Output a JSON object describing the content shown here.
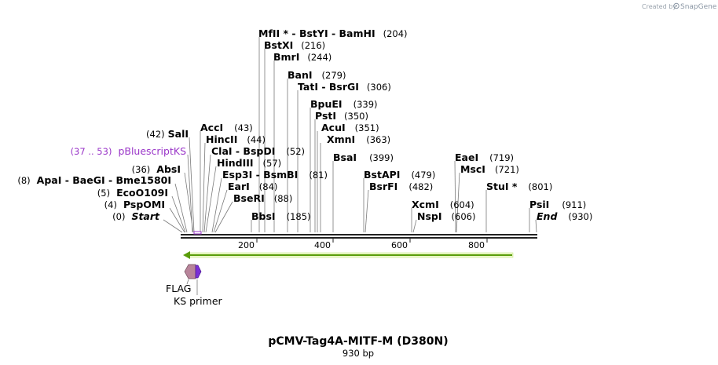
{
  "credit": {
    "prefix": "Created by",
    "brand": "SnapGene"
  },
  "map": {
    "title": "pCMV-Tag4A-MITF-M (D380N)",
    "length_label": "930 bp",
    "total_bp": 930,
    "ruler_ticks": [
      "200",
      "400",
      "600",
      "800"
    ]
  },
  "left_labels": [
    {
      "name": "SalI",
      "pos": "(42)"
    },
    {
      "name": "pBluescriptKS",
      "pos": "(37 .. 53)",
      "style": "purple"
    },
    {
      "name": "AbsI",
      "pos": "(36)"
    },
    {
      "name": "ApaI - BaeGI - Bme1580I",
      "pos": "(8)"
    },
    {
      "name": "EcoO109I",
      "pos": "(5)"
    },
    {
      "name": "PspOMI",
      "pos": "(4)"
    },
    {
      "name": "Start",
      "pos": "(0)",
      "style": "italic"
    }
  ],
  "right_labels": [
    {
      "name": "MfII * - BstYI - BamHI",
      "pos": "(204)"
    },
    {
      "name": "BstXI",
      "pos": "(216)"
    },
    {
      "name": "BmrI",
      "pos": "(244)"
    },
    {
      "name": "BanI",
      "pos": "(279)"
    },
    {
      "name": "TatI - BsrGI",
      "pos": "(306)"
    },
    {
      "name": "BpuEI",
      "pos": "(339)"
    },
    {
      "name": "PstI",
      "pos": "(350)"
    },
    {
      "name": "AcuI",
      "pos": "(351)"
    },
    {
      "name": "XmnI",
      "pos": "(363)"
    },
    {
      "name": "BsaI",
      "pos": "(399)"
    },
    {
      "name": "AccI",
      "pos": "(43)"
    },
    {
      "name": "HincII",
      "pos": "(44)"
    },
    {
      "name": "ClaI - BspDI",
      "pos": "(52)"
    },
    {
      "name": "HindIII",
      "pos": "(57)"
    },
    {
      "name": "Esp3I - BsmBI",
      "pos": "(81)"
    },
    {
      "name": "EarI",
      "pos": "(84)"
    },
    {
      "name": "BseRI",
      "pos": "(88)"
    },
    {
      "name": "BbsI",
      "pos": "(185)"
    },
    {
      "name": "BstAPI",
      "pos": "(479)"
    },
    {
      "name": "BsrFI",
      "pos": "(482)"
    },
    {
      "name": "XcmI",
      "pos": "(604)"
    },
    {
      "name": "NspI",
      "pos": "(606)"
    },
    {
      "name": "EaeI",
      "pos": "(719)"
    },
    {
      "name": "MscI",
      "pos": "(721)"
    },
    {
      "name": "StuI *",
      "pos": "(801)"
    },
    {
      "name": "PsiI",
      "pos": "(911)"
    },
    {
      "name": "End",
      "pos": "(930)",
      "style": "italic"
    }
  ],
  "features": {
    "flag": "FLAG",
    "primer": "KS primer",
    "arrow_color": "#84cc16",
    "flag_color": "#b8849a",
    "primer_color": "#7b2fd6"
  }
}
